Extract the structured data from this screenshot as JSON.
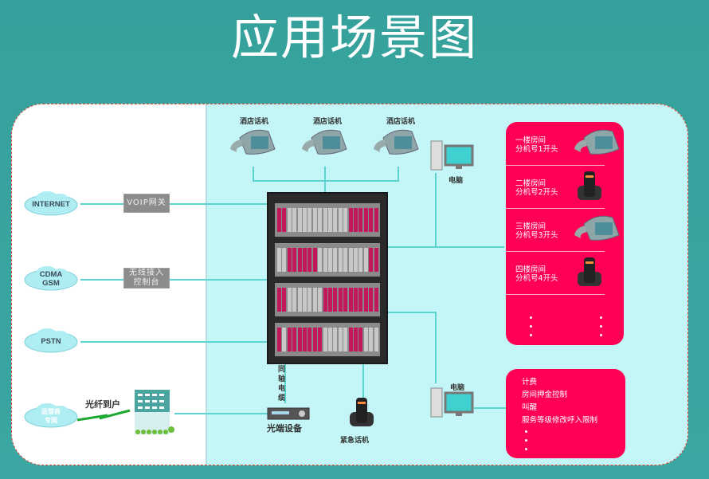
{
  "title": "应用场景图",
  "colors": {
    "background": "#36a19c",
    "left_panel": "#ffffff",
    "right_panel": "#c4f6f7",
    "border_dashed": "#e2452f",
    "connector": "#5dd3cf",
    "room_panel": "#ff0055",
    "gateway_box": "#8c8c8c"
  },
  "networks": [
    {
      "name": "INTERNET",
      "gateway": "VOIP网关"
    },
    {
      "name": "CDMA\nGSM",
      "gateway": "无线接入\n控制台"
    },
    {
      "name": "PSTN",
      "gateway": ""
    },
    {
      "name": "运营商\n专网",
      "link_label": "光纤到户"
    }
  ],
  "hotel_phones": [
    "酒店话机",
    "酒店话机",
    "酒店话机"
  ],
  "computer_top_label": "电脑",
  "computer_bottom_label": "电脑",
  "coax_label": "同轴电缆",
  "optical_device_label": "光端设备",
  "emergency_phone_label": "紧急话机",
  "rooms": [
    {
      "line1": "一楼房间",
      "line2": "分机号1开头",
      "phone": "desk-phone"
    },
    {
      "line1": "二楼房间",
      "line2": "分机号2开头",
      "phone": "cordless-phone"
    },
    {
      "line1": "三楼房间",
      "line2": "分机号3开头",
      "phone": "desk-phone"
    },
    {
      "line1": "四楼房间",
      "line2": "分机号4开头",
      "phone": "cordless-phone"
    }
  ],
  "features": [
    "计费",
    "房间押金控制",
    "叫醒",
    "服务等级修改呼入限制"
  ]
}
